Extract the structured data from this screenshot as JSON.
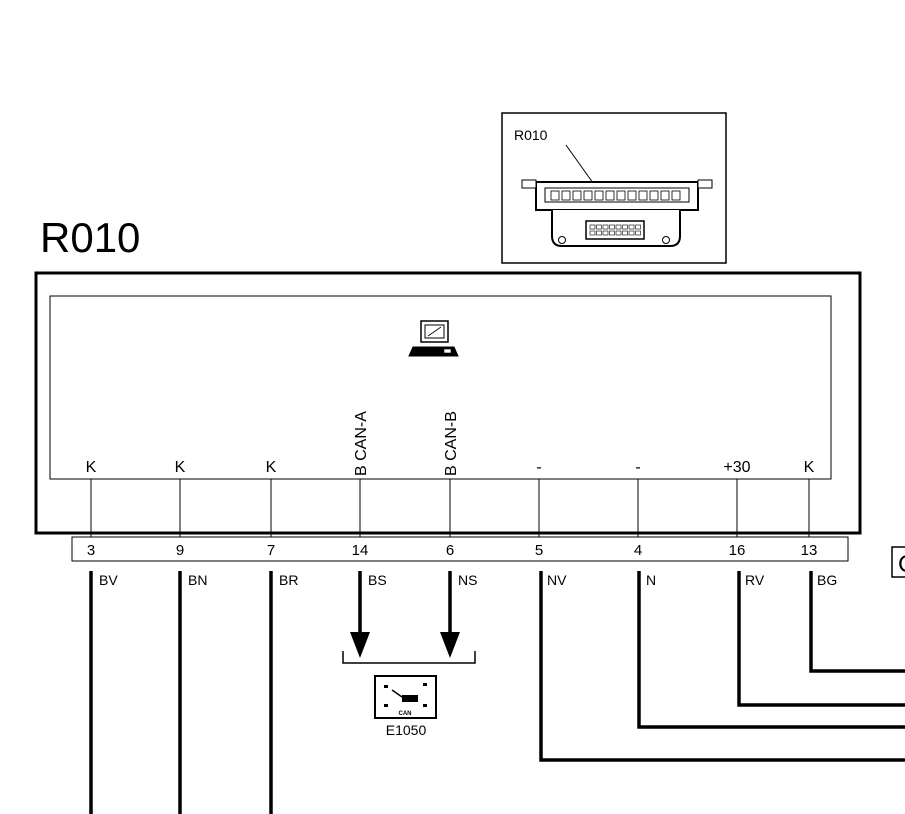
{
  "component": {
    "name": "R010",
    "inset_label": "R010",
    "ecu_icon": "computer-icon"
  },
  "pins": [
    {
      "function": "K",
      "number": "3",
      "wire": "BV"
    },
    {
      "function": "K",
      "number": "9",
      "wire": "BN"
    },
    {
      "function": "K",
      "number": "7",
      "wire": "BR"
    },
    {
      "function": "B CAN-A",
      "number": "14",
      "wire": "BS"
    },
    {
      "function": "B CAN-B",
      "number": "6",
      "wire": "NS"
    },
    {
      "function": "-",
      "number": "5",
      "wire": "NV"
    },
    {
      "function": "-",
      "number": "4",
      "wire": "N"
    },
    {
      "function": "+30",
      "number": "16",
      "wire": "RV"
    },
    {
      "function": "K",
      "number": "13",
      "wire": "BG"
    }
  ],
  "can_network": {
    "label": "E1050",
    "icon_text": "CAN",
    "icon": "can-network-icon"
  },
  "edge_fragment": "C"
}
